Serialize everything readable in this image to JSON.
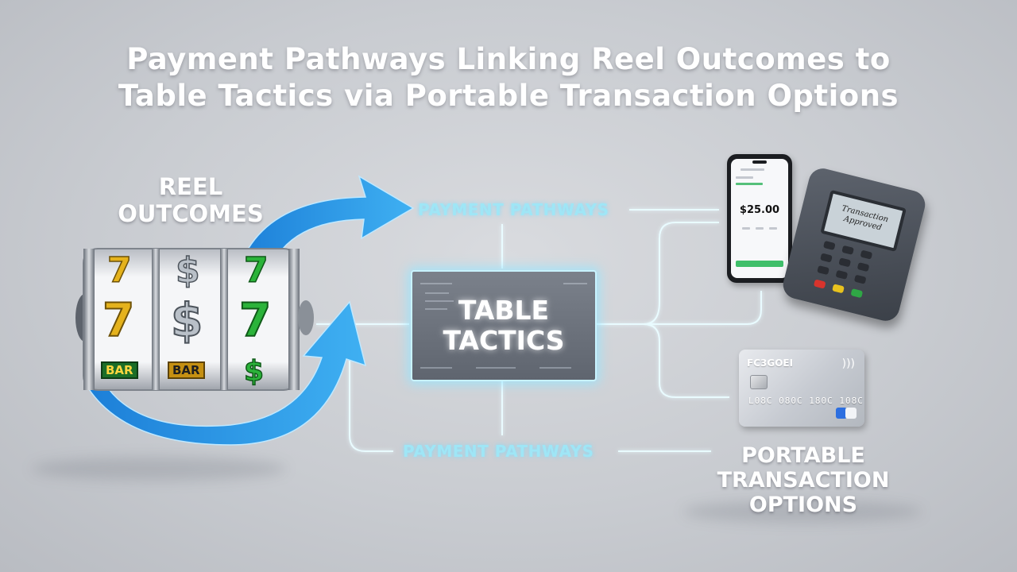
{
  "title": {
    "line1": "Payment Pathways Linking Reel Outcomes to",
    "line2": "Table Tactics via Portable Transaction Options"
  },
  "nodes": {
    "reel_outcomes": {
      "line1": "REEL",
      "line2": "OUTCOMES"
    },
    "table_tactics": {
      "line1": "TABLE",
      "line2": "TACTICS"
    },
    "portable_options": {
      "line1": "PORTABLE",
      "line2": "TRANSACTION",
      "line3": "OPTIONS"
    }
  },
  "edges": {
    "top_label": "PAYMENT PATHWAYS",
    "bottom_label": "PAYMENT PATHWAYS"
  },
  "phone": {
    "amount": "$25.00"
  },
  "terminal": {
    "screen_text_line1": "Transaction",
    "screen_text_line2": "Approved"
  },
  "card": {
    "brand": "FC3GOEI",
    "number": "L08C  080C  180C  108C"
  },
  "reels": {
    "top_row": [
      "7",
      "$",
      "7"
    ],
    "middle_row": [
      "7",
      "$",
      "7"
    ],
    "bottom_row": [
      "BAR",
      "BAR",
      "$"
    ]
  },
  "colors": {
    "glow": "#9fe6f6",
    "arrow_blue": "#1e8fe0",
    "seven_gold": "#e5b21c",
    "seven_green": "#2bb33a",
    "dollar_silver": "#9aa3ad"
  },
  "icons": [
    "slot-machine-icon",
    "curved-arrow-icon",
    "smartphone-icon",
    "card-terminal-icon",
    "credit-card-icon",
    "contactless-icon",
    "chip-icon"
  ]
}
